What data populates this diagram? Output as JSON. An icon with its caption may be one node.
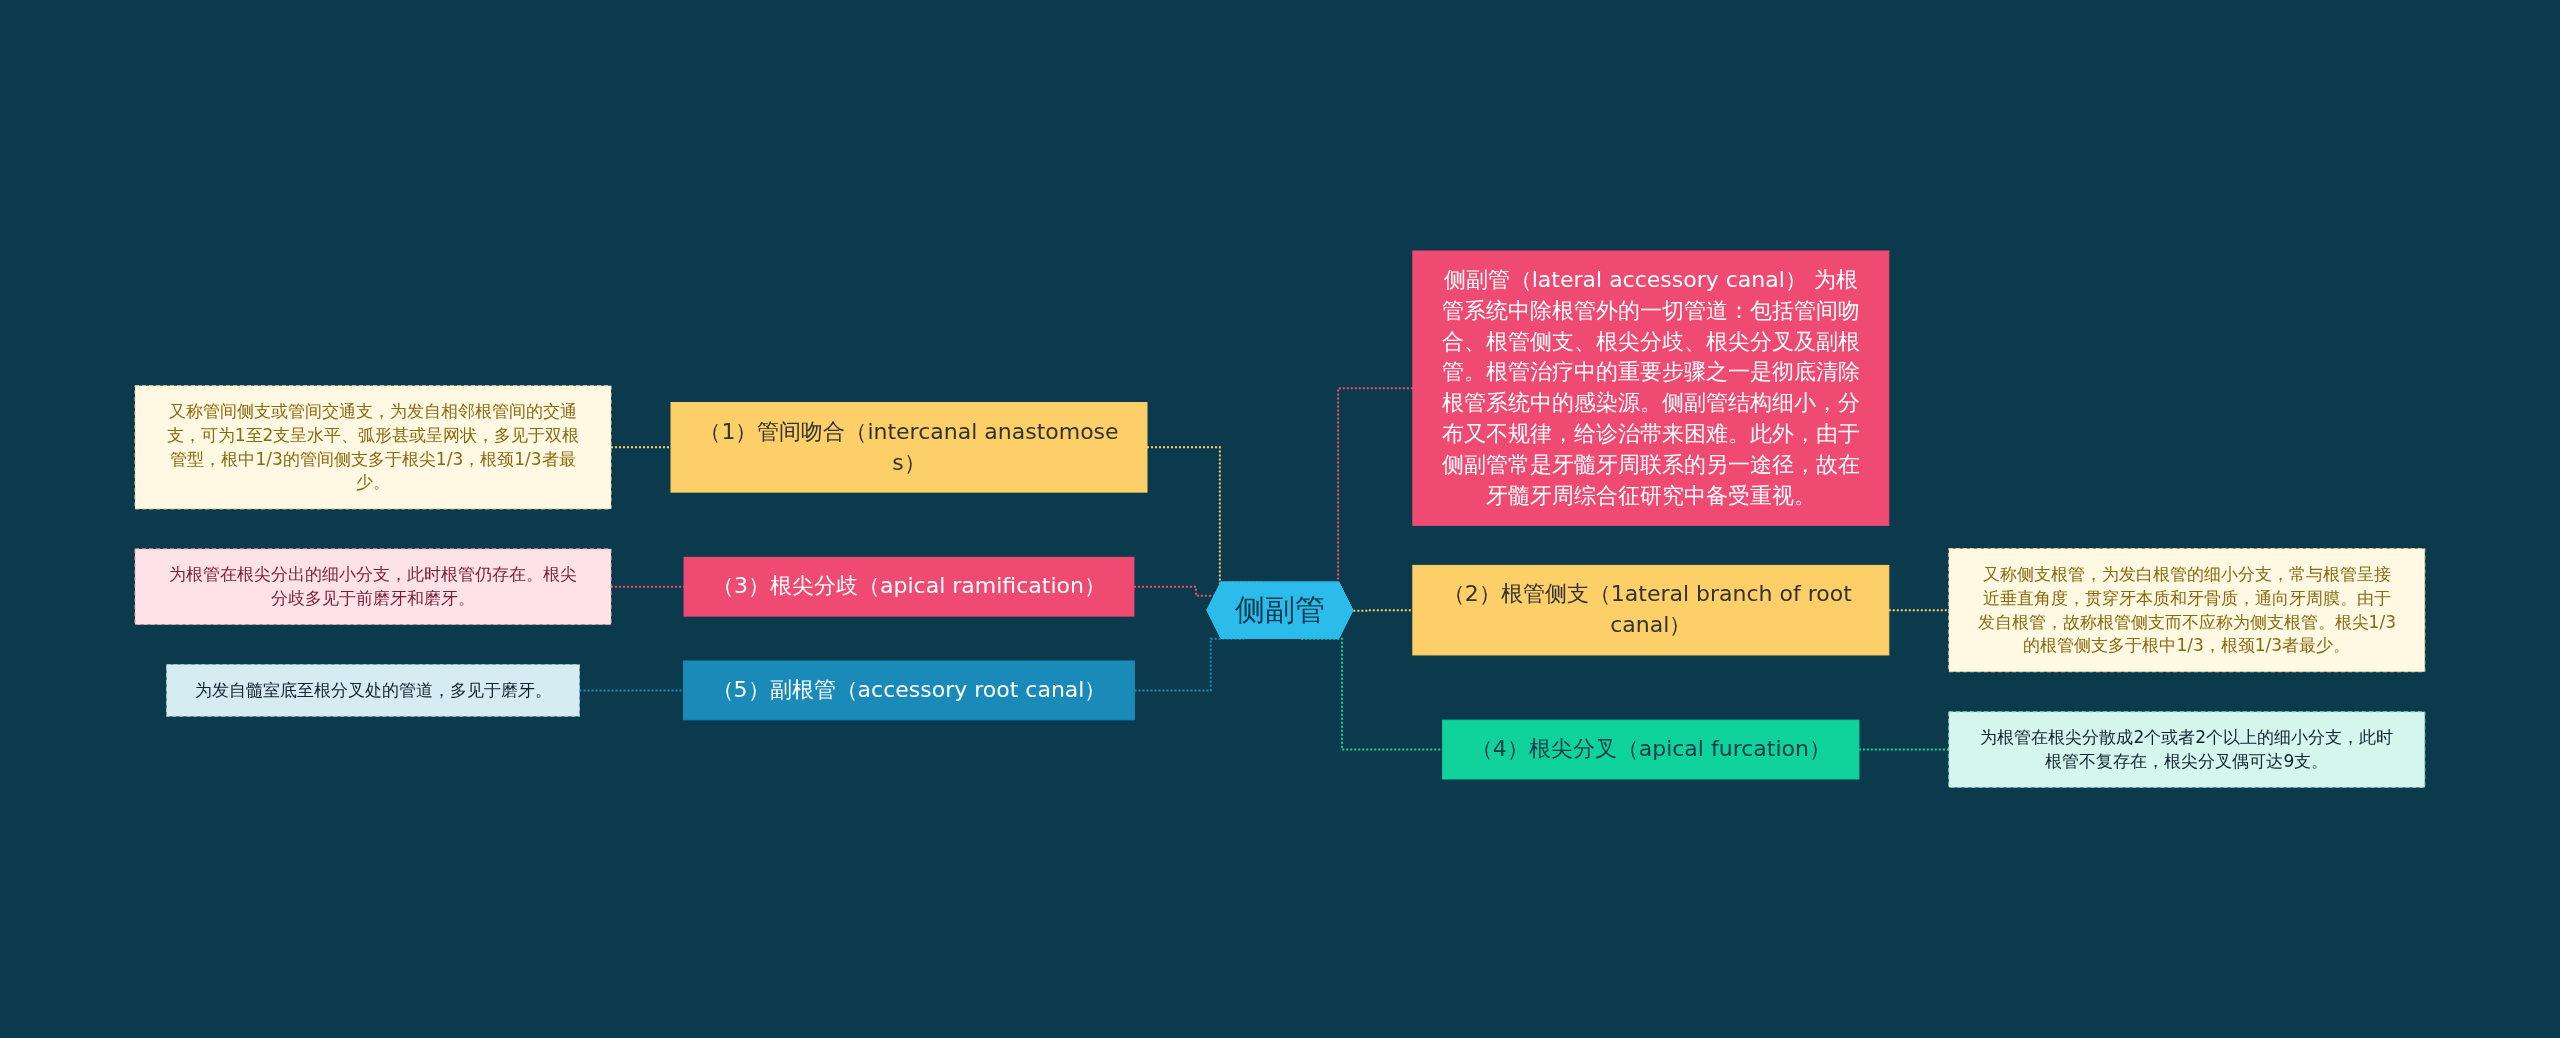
{
  "diagram": {
    "nodes": [
      {
        "text": [
          "侧副管"
        ]
      },
      {
        "text": [
          "（1）管间吻合（intercanal anastomoses）"
        ]
      },
      {
        "text": [
          "又称管间侧支或管间交通支，为发自相邻根管间的交通支，可为1至2支呈水平、弧形甚或呈网状，多见于双根管型，根中1/3的管间侧支多于根尖1/3，根颈1/3者最少。"
        ]
      },
      {
        "text": [
          "（3）根尖分歧（apical ramification）"
        ]
      },
      {
        "text": [
          "为根管在根尖分出的细小分支，此时根管仍存在。根尖分歧多见于前磨牙和磨牙。"
        ]
      },
      {
        "text": [
          "（5）副根管（accessory root canal）"
        ]
      },
      {
        "text": [
          "为发自髓室底至根分叉处的管道，多见于磨牙。"
        ]
      },
      {
        "text": [
          "侧副管（lateral accessory canal） 为根管系统中除根管外的一切管道：包括管间吻合、根管侧支、根尖分歧、根尖分叉及副根管。根管治疗中的重要步骤之一是彻底清除根管系统中的感染源。侧副管结构细小，分布又不规律，给诊治带来困难。此外，由于侧副管常是牙髓牙周联系的另一途径，故在牙髓牙周综合征研究中备受重视。"
        ]
      },
      {
        "text": [
          "（2）根管侧支（1ateral branch of root canal）"
        ]
      },
      {
        "text": [
          "又称侧支根管，为发白根管的细小分支，常与根管呈接近垂直角度，贯穿牙本质和牙骨质，通向牙周膜。由于发自根管，故称根管侧支而不应称为侧支根管。根尖1/3的根管侧支多于根中1/3，根颈1/3者最少。"
        ]
      },
      {
        "text": [
          "（4）根尖分叉（apical furcation）"
        ]
      },
      {
        "text": [
          "为根管在根尖分散成2个或者2个以上的细小分支，此时根管不复存在，根尖分叉偶可达9支。"
        ]
      }
    ],
    "edges": [
      {
        "from": 0,
        "to": 1,
        "arrow": "none",
        "style": "dashed"
      },
      {
        "from": 1,
        "to": 2,
        "arrow": "none",
        "style": "dashed"
      },
      {
        "from": 0,
        "to": 3,
        "arrow": "none",
        "style": "dashed",
        "color": "#ef4b72"
      },
      {
        "from": 3,
        "to": 4,
        "arrow": "none",
        "style": "dashed",
        "color": "#ef4b72"
      },
      {
        "from": 0,
        "to": 5,
        "arrow": "none",
        "style": "dashed",
        "color": "#1a8bb8"
      },
      {
        "from": 5,
        "to": 6,
        "arrow": "none",
        "style": "dashed",
        "color": "#1a8bb8"
      },
      {
        "from": 0,
        "to": 7,
        "arrow": "none",
        "style": "dashed",
        "color": "#ef4b72"
      },
      {
        "from": 0,
        "to": 8,
        "arrow": "none",
        "style": "dashed"
      },
      {
        "from": 8,
        "to": 9,
        "arrow": "none",
        "style": "dashed"
      },
      {
        "from": 0,
        "to": 10,
        "arrow": "none",
        "style": "dashed",
        "color": "#10d39c"
      },
      {
        "from": 10,
        "to": 11,
        "arrow": "none",
        "style": "dashed",
        "color": "#10d39c"
      }
    ]
  }
}
